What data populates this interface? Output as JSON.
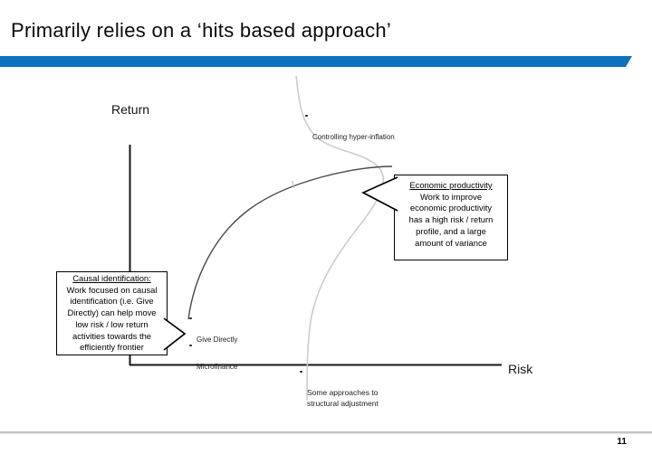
{
  "slide": {
    "title": "Primarily relies on a ‘hits based approach’",
    "page_number": "11",
    "accent_color": "#0d72bc"
  },
  "chart": {
    "type": "conceptual risk-return diagram",
    "y_axis_label": "Return",
    "x_axis_label": "Risk",
    "curves": [
      {
        "name": "efficient-frontier-curve",
        "color": "#4a4a4a"
      },
      {
        "name": "variance-s-curve",
        "color": "#cccccc"
      }
    ],
    "points": [
      {
        "label": "Controlling hyper-inflation"
      },
      {
        "label": "Give Directly"
      },
      {
        "label": "Microfinance"
      },
      {
        "label": "Some approaches to\nstructural adjustment"
      }
    ],
    "callouts": [
      {
        "heading": "Causal identification:",
        "body": "Work focused on causal\nidentification (i.e. Give\nDirectly) can help move\nlow risk / low return\nactivities towards the\nefficiently frontier"
      },
      {
        "heading": "Economic productivity",
        "body": "Work to improve\neconomic productivity\nhas a high risk / return\nprofile, and a large\namount of variance"
      }
    ]
  }
}
